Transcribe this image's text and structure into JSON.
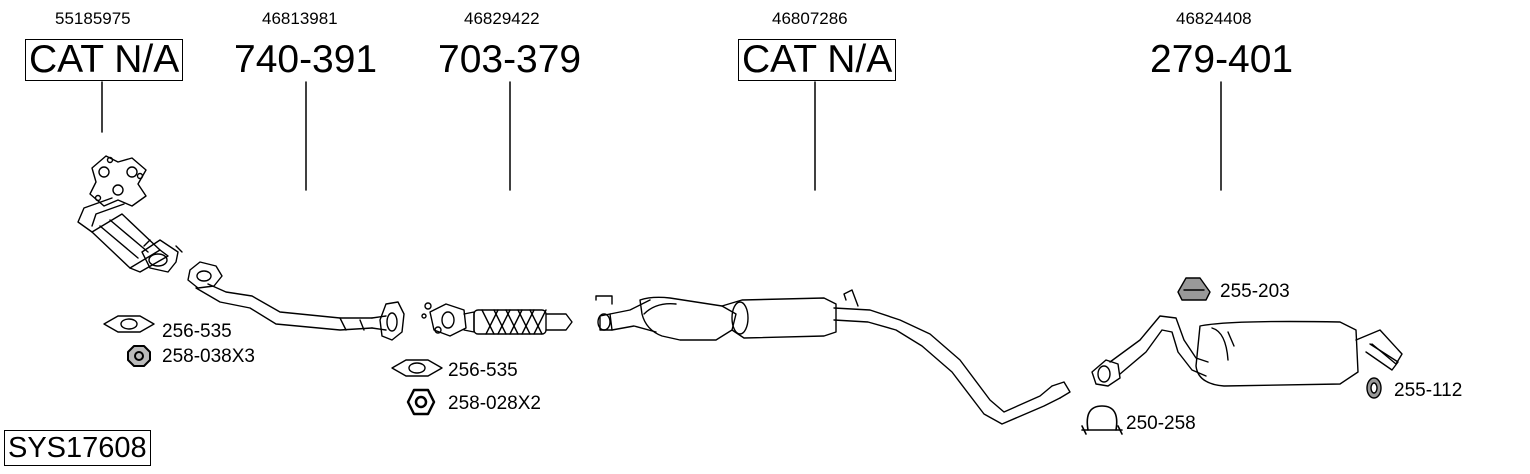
{
  "parts": [
    {
      "oe": "55185975",
      "number": "CAT N/A",
      "boxed": true
    },
    {
      "oe": "46813981",
      "number": "740-391",
      "boxed": false
    },
    {
      "oe": "46829422",
      "number": "703-379",
      "boxed": false
    },
    {
      "oe": "46807286",
      "number": "CAT N/A",
      "boxed": true
    },
    {
      "oe": "46824408",
      "number": "279-401",
      "boxed": false
    }
  ],
  "accessories": [
    {
      "label": "256-535",
      "icon": "gasket-icon"
    },
    {
      "label": "258-038X3",
      "icon": "flange-nut-icon"
    },
    {
      "label": "256-535",
      "icon": "gasket-icon"
    },
    {
      "label": "258-028X2",
      "icon": "hex-nut-icon"
    },
    {
      "label": "255-203",
      "icon": "rubber-mount-icon"
    },
    {
      "label": "250-258",
      "icon": "clamp-icon"
    },
    {
      "label": "255-112",
      "icon": "rubber-ring-icon"
    }
  ],
  "system_code": "SYS17608"
}
